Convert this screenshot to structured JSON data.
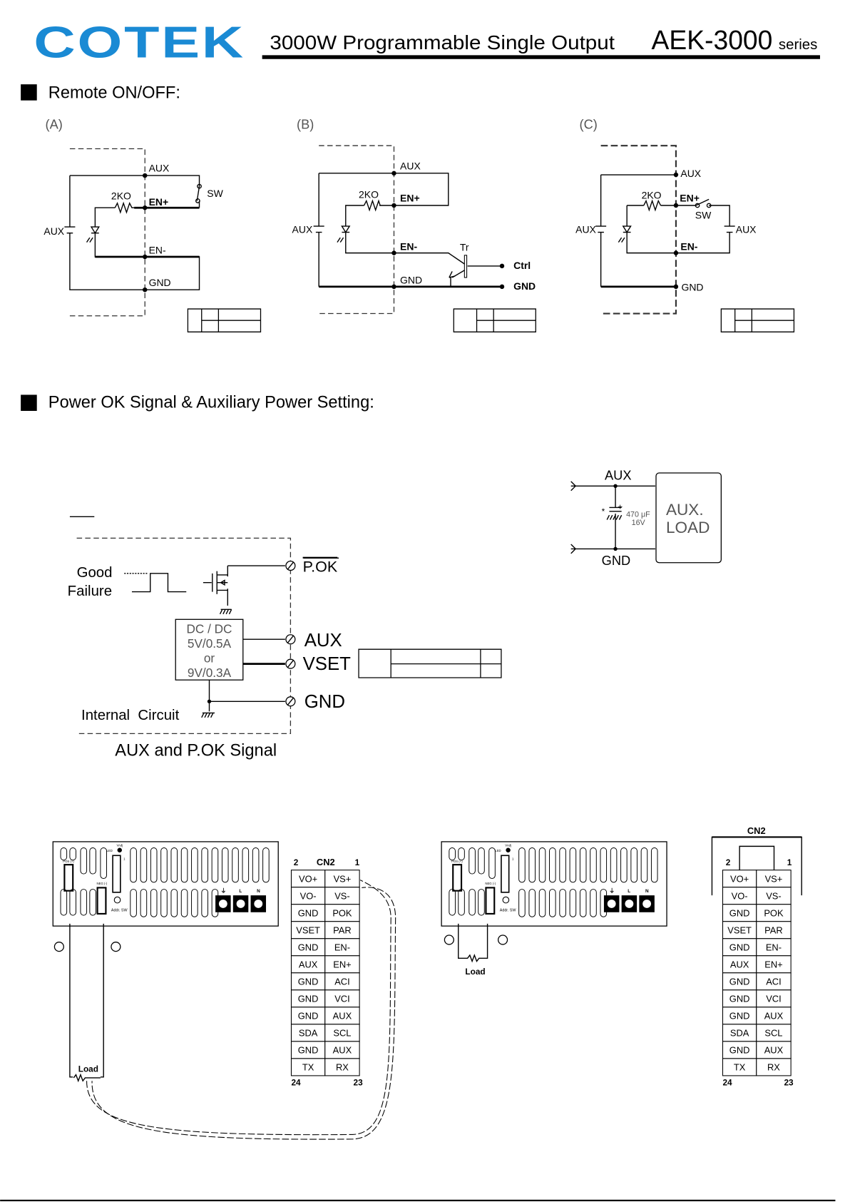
{
  "header": {
    "logo": "COTEK",
    "title": "3000W Programmable Single Output",
    "model": "AEK-3000",
    "model_suffix": "series",
    "brand_color": "#1a8ad4"
  },
  "remote": {
    "heading": "Remote ON/OFF:",
    "a": {
      "tag": "(A)",
      "aux": "AUX",
      "res": "2KO",
      "en_plus": "EN+",
      "en_minus": "EN-",
      "gnd": "GND",
      "sw": "SW",
      "aux_left": "AUX"
    },
    "b": {
      "tag": "(B)",
      "aux": "AUX",
      "res": "2KO",
      "en_plus": "EN+",
      "en_minus": "EN-",
      "gnd": "GND",
      "tr": "Tr",
      "ctrl": "Ctrl",
      "gnd_out": "GND",
      "aux_left": "AUX"
    },
    "c": {
      "tag": "(C)",
      "aux": "AUX",
      "res": "2KO",
      "en_plus": "EN+",
      "en_minus": "EN-",
      "gnd": "GND",
      "sw": "SW",
      "aux_left": "AUX",
      "aux_right": "AUX"
    }
  },
  "pok": {
    "heading": "Power OK Signal & Auxiliary Power Setting:",
    "good": "Good",
    "failure": "Failure",
    "pok_label": "P.OK",
    "dcdc": [
      "DC / DC",
      "5V/0.5A",
      "or",
      "9V/0.3A"
    ],
    "aux": "AUX",
    "vset": "VSET",
    "gnd": "GND",
    "internal": "Internal  Circuit",
    "caption": "AUX and P.OK Signal"
  },
  "aux_load": {
    "aux": "AUX",
    "gnd": "GND",
    "star": "*",
    "plus": "+",
    "cap": "470 μF",
    "volt": "16V",
    "load_line1": "AUX.",
    "load_line2": "LOAD"
  },
  "panel": {
    "pos": "POS (+)",
    "neg": "NEG (-)",
    "led": "LED",
    "vadj": "VAdj",
    "pin1": "1",
    "addr": "Addr. SW",
    "l": "L",
    "n": "N"
  },
  "wiring": {
    "load_left": "Load",
    "load_mid": "Load"
  },
  "cn2": {
    "title": "CN2",
    "pin2": "2",
    "pin1": "1",
    "pin24": "24",
    "pin23": "23",
    "rows": [
      [
        "VO+",
        "VS+"
      ],
      [
        "VO-",
        "VS-"
      ],
      [
        "GND",
        "POK"
      ],
      [
        "VSET",
        "PAR"
      ],
      [
        "GND",
        "EN-"
      ],
      [
        "AUX",
        "EN+"
      ],
      [
        "GND",
        "ACI"
      ],
      [
        "GND",
        "VCI"
      ],
      [
        "GND",
        "AUX"
      ],
      [
        "SDA",
        "SCL"
      ],
      [
        "GND",
        "AUX"
      ],
      [
        "TX",
        "RX"
      ]
    ]
  }
}
